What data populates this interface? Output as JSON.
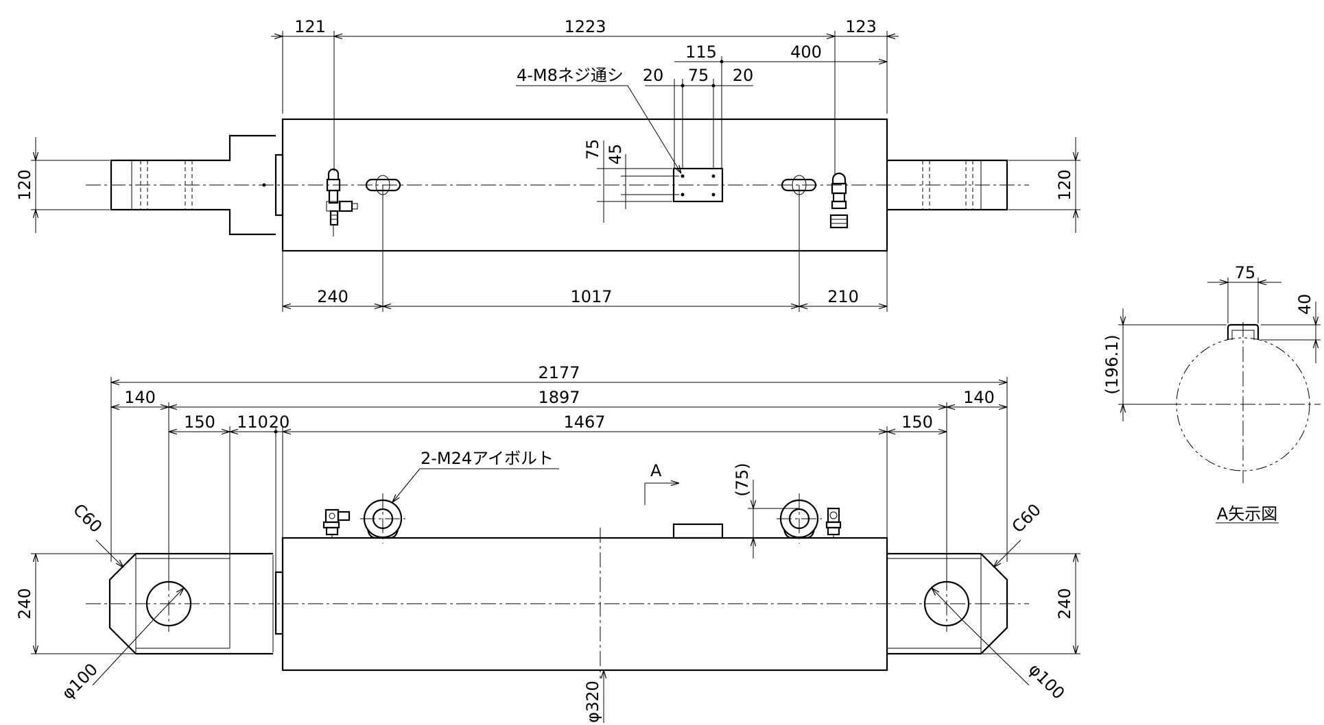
{
  "colors": {
    "line": "#000000",
    "background": "#ffffff"
  },
  "top_view": {
    "dims": {
      "d121": "121",
      "d1223": "1223",
      "d123": "123",
      "d115": "115",
      "d400": "400",
      "d20a": "20",
      "d75": "75",
      "d20b": "20",
      "d75v": "75",
      "d45v": "45",
      "d120_left": "120",
      "d120_right": "120",
      "d240": "240",
      "d1017": "1017",
      "d210": "210"
    },
    "note_screw": "4-M8ネジ通シ"
  },
  "front_view": {
    "dims": {
      "d2177": "2177",
      "d1897": "1897",
      "d140_left": "140",
      "d140_right": "140",
      "d150_left": "150",
      "d110": "110",
      "d20": "20",
      "d1467": "1467",
      "d150_right": "150",
      "d75_paren": "(75)",
      "d240_left": "240",
      "d240_right": "240",
      "c60_left": "C60",
      "c60_right": "C60",
      "phi100_left": "φ100",
      "phi100_right": "φ100",
      "phi320": "φ320"
    },
    "note_eyebolt": "2-M24アイボルト",
    "arrow_label": "A"
  },
  "side_view": {
    "dims": {
      "d75": "75",
      "d40": "40",
      "d196": "(196.1)"
    },
    "title": "A矢示図"
  }
}
